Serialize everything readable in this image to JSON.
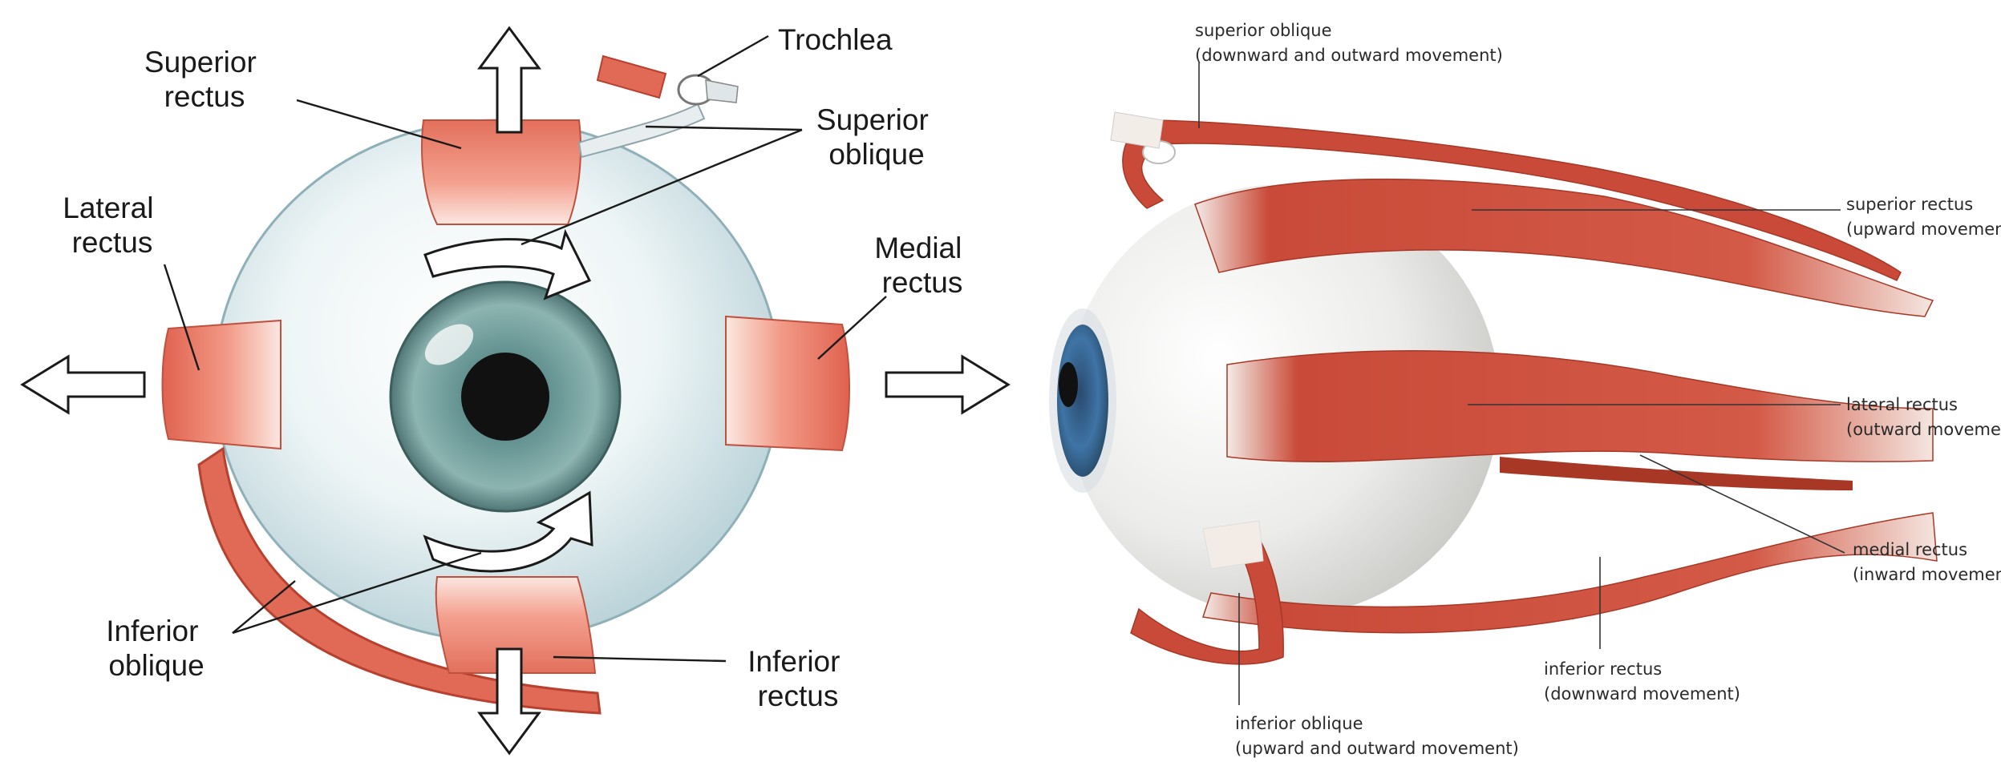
{
  "left_diagram": {
    "labels": {
      "superior_rectus": [
        "Superior",
        "rectus"
      ],
      "trochlea": [
        "Trochlea"
      ],
      "superior_oblique": [
        "Superior",
        "oblique"
      ],
      "lateral_rectus": [
        "Lateral",
        "rectus"
      ],
      "medial_rectus": [
        "Medial",
        "rectus"
      ],
      "inferior_oblique": [
        "Inferior",
        "oblique"
      ],
      "inferior_rectus": [
        "Inferior",
        "rectus"
      ]
    }
  },
  "right_diagram": {
    "labels": {
      "superior_oblique": [
        "superior oblique",
        "(downward and outward movement)"
      ],
      "superior_rectus": [
        "superior rectus",
        "(upward movement)"
      ],
      "lateral_rectus": [
        "lateral rectus",
        "(outward movement)"
      ],
      "medial_rectus": [
        "medial rectus",
        "(inward movement)"
      ],
      "inferior_rectus": [
        "inferior rectus",
        "(downward movement)"
      ],
      "inferior_oblique": [
        "inferior oblique",
        "(upward and outward movement)"
      ]
    }
  },
  "colors": {
    "muscle": "#d9604c",
    "muscle_dark": "#b8402f",
    "tendon": "#f3ece6",
    "sclera_left": "#d7e6ea",
    "sclera_right": "#efefee",
    "iris_left": "#6f9a99",
    "iris_right": "#3d6f9e",
    "pupil": "#111111"
  }
}
